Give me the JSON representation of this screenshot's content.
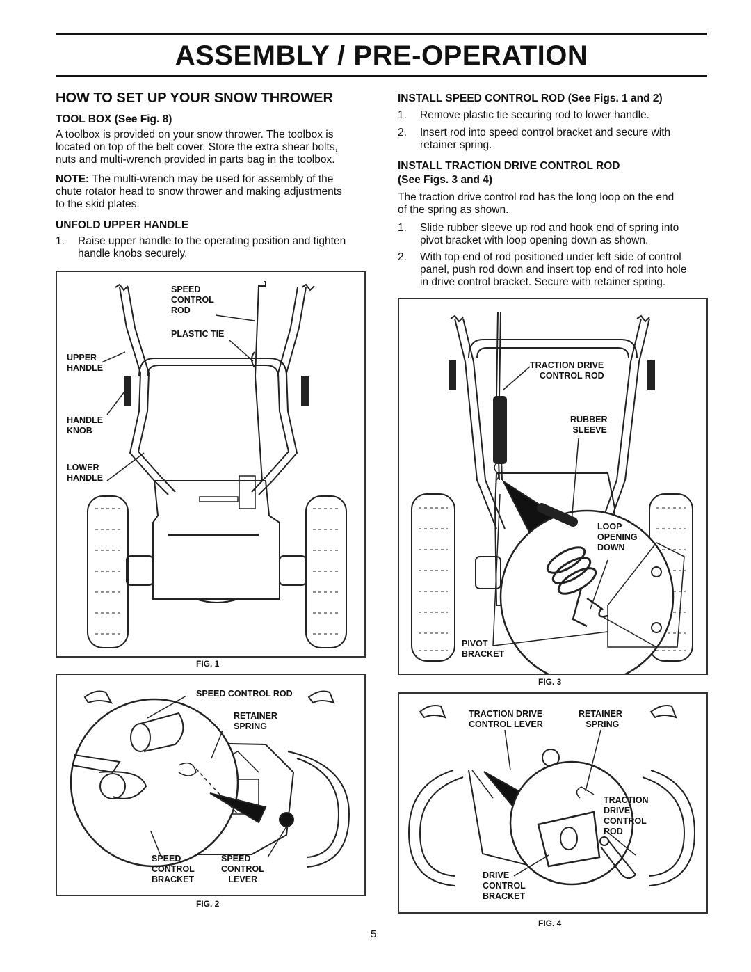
{
  "page_title": "ASSEMBLY / PRE-OPERATION",
  "left": {
    "section_title": "HOW TO SET UP YOUR SNOW THROWER",
    "toolbox_heading": "TOOL BOX (See Fig. 8)",
    "toolbox_line1": "A toolbox is provided on your snow thrower. The toolbox is",
    "toolbox_line2": "located on top of the belt cover.  Store the extra shear bolts,",
    "toolbox_line3": "nuts and multi-wrench provided in parts bag in the toolbox.",
    "note_label": "NOTE:",
    "note_line1": " The multi-wrench may be used for assembly of the",
    "note_line2": "chute rotator head to snow thrower and making adjustments",
    "note_line3": "to the skid plates.",
    "unfold_heading": "UNFOLD UPPER HANDLE",
    "unfold_step_num": "1.",
    "unfold_step_line1": "Raise upper handle to the operating position and tighten",
    "unfold_step_line2": "handle knobs securely."
  },
  "right": {
    "speed_heading": "INSTALL SPEED CONTROL ROD (See Figs. 1 and 2)",
    "speed_steps": [
      {
        "num": "1.",
        "line1": "Remove plastic tie securing rod to lower handle.",
        "line2": ""
      },
      {
        "num": "2.",
        "line1": "Insert rod into speed control bracket and secure with",
        "line2": "retainer spring."
      }
    ],
    "traction_heading_line1": "INSTALL TRACTION DRIVE CONTROL ROD",
    "traction_heading_line2": "(See Figs. 3 and 4)",
    "traction_intro_line1": "The traction drive control rod has the long loop on the end",
    "traction_intro_line2": "of the spring as shown.",
    "traction_steps": [
      {
        "num": "1.",
        "line1": "Slide rubber sleeve up rod and hook end of spring into",
        "line2": "pivot bracket with loop opening down as shown.",
        "line3": ""
      },
      {
        "num": "2.",
        "line1": "With top end of rod positioned under left side of control",
        "line2": "panel, push rod down and insert top end of rod into hole",
        "line3": "in drive control bracket.  Secure with retainer spring."
      }
    ]
  },
  "fig1": {
    "caption": "FIG. 1",
    "labels": {
      "speed_control_rod": "SPEED\nCONTROL\nROD",
      "plastic_tie": "PLASTIC TIE",
      "upper_handle": "UPPER\nHANDLE",
      "handle_knob": "HANDLE\nKNOB",
      "lower_handle": "LOWER\nHANDLE"
    }
  },
  "fig2": {
    "caption": "FIG. 2",
    "labels": {
      "speed_control_rod": "SPEED CONTROL ROD",
      "retainer_spring": "RETAINER\nSPRING",
      "speed_control_bracket": "SPEED\nCONTROL\nBRACKET",
      "speed_control_lever": "SPEED\nCONTROL\n   LEVER"
    }
  },
  "fig3": {
    "caption": "FIG. 3",
    "labels": {
      "traction_drive_control_rod": "TRACTION DRIVE\n    CONTROL ROD",
      "rubber_sleeve": "RUBBER\n SLEEVE",
      "loop_opening_down": "LOOP\nOPENING\nDOWN",
      "pivot_bracket": "PIVOT\nBRACKET"
    }
  },
  "fig4": {
    "caption": "FIG. 4",
    "labels": {
      "traction_drive_control_lever": "TRACTION DRIVE\nCONTROL LEVER",
      "retainer_spring": "RETAINER\n   SPRING",
      "traction_drive_control_rod": "TRACTION\nDRIVE\nCONTROL\nROD",
      "drive_control_bracket": "DRIVE\nCONTROL\nBRACKET"
    }
  },
  "page_number": "5"
}
